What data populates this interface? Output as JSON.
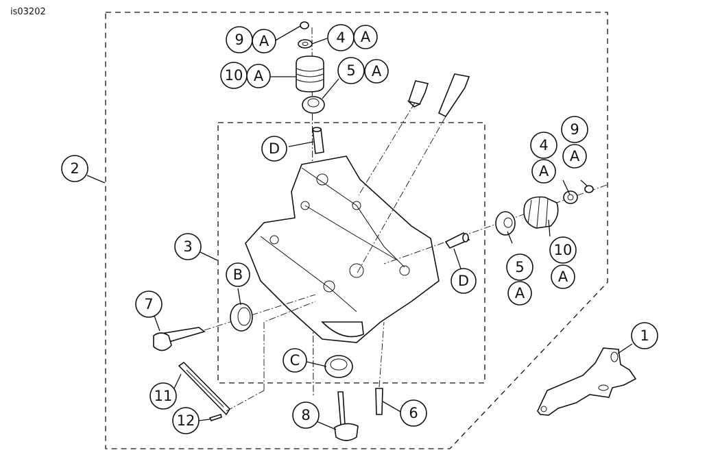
{
  "figure_id": "is03202",
  "callouts": {
    "c1": "1",
    "c2": "2",
    "c3": "3",
    "c4a": "4",
    "c4b": "4",
    "c5a": "5",
    "c5b": "5",
    "c6": "6",
    "c7": "7",
    "c8": "8",
    "c9a": "9",
    "c9b": "9",
    "c10a": "10",
    "c10b": "10",
    "c11": "11",
    "c12": "12"
  },
  "letters": {
    "A1": "A",
    "A2": "A",
    "A3": "A",
    "A4": "A",
    "A5": "A",
    "A6": "A",
    "A7": "A",
    "A8": "A",
    "B": "B",
    "C": "C",
    "D1": "D",
    "D2": "D"
  }
}
